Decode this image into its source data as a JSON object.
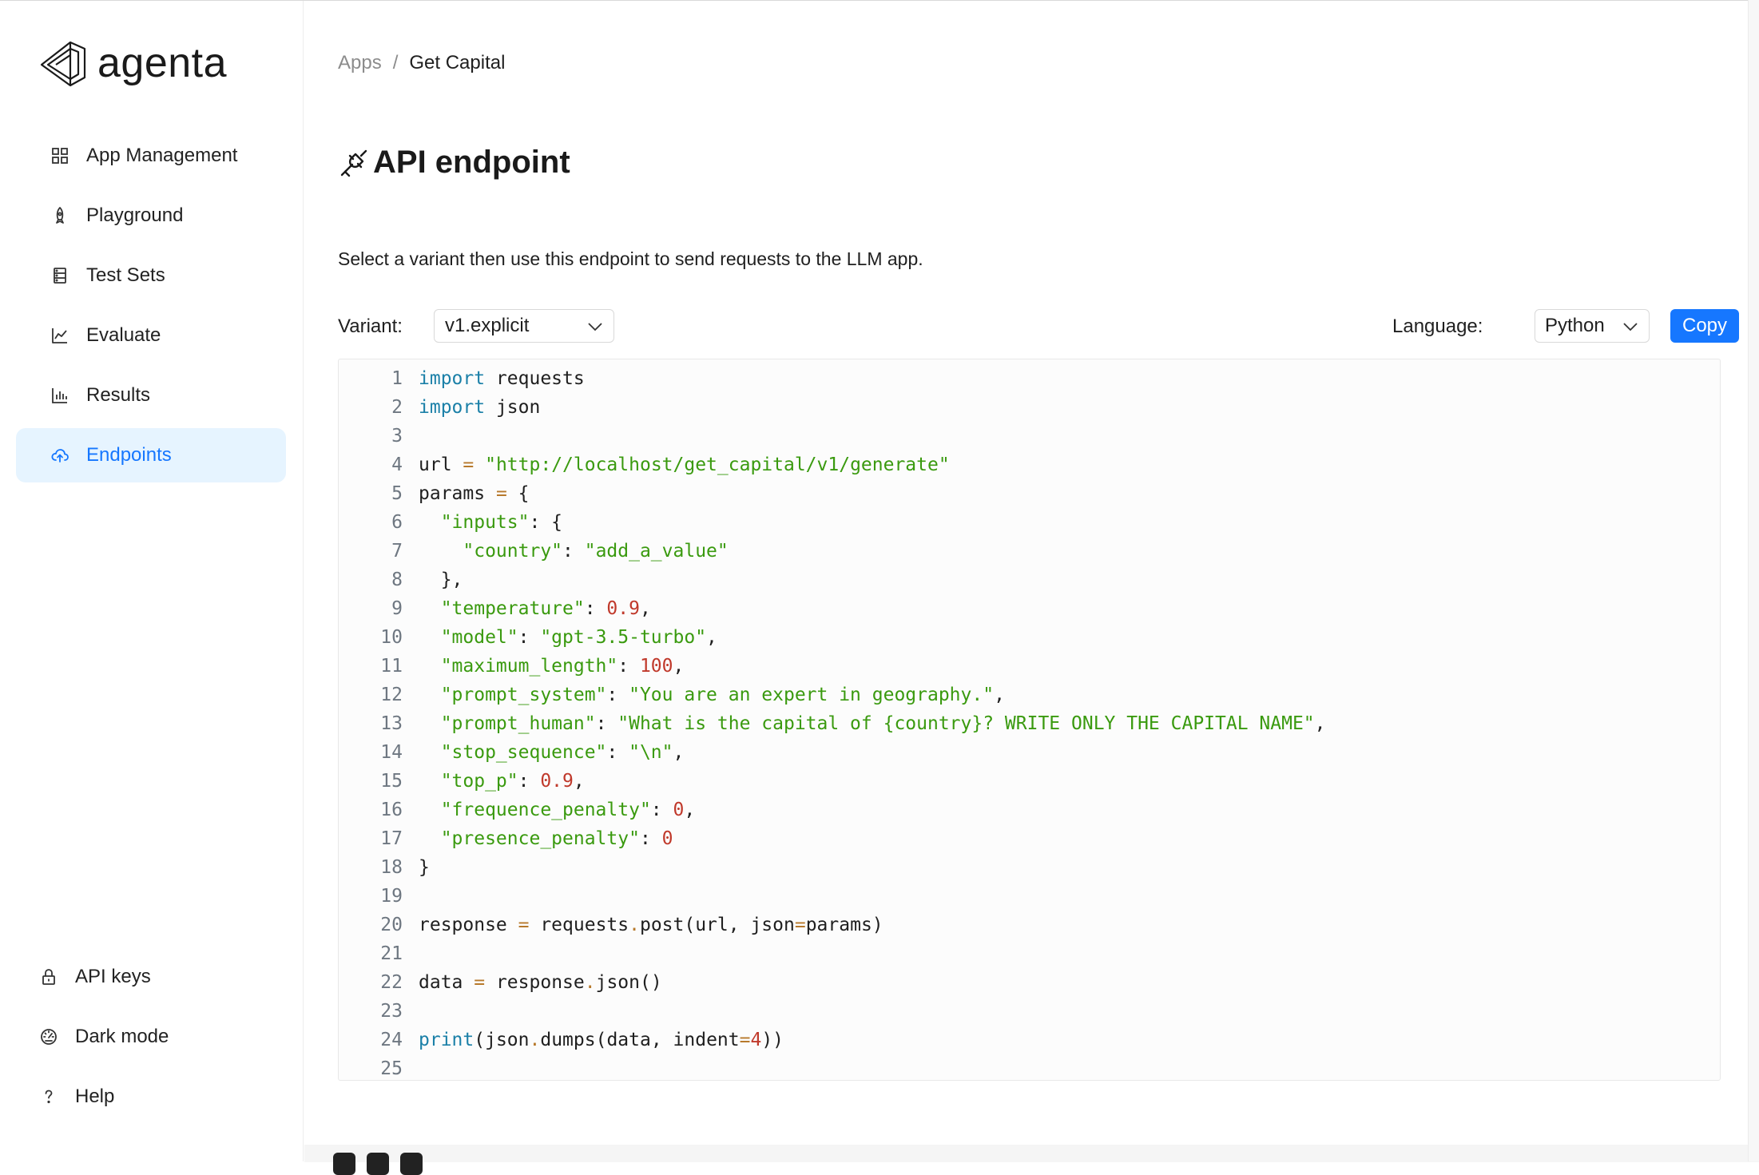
{
  "app": {
    "name": "agenta"
  },
  "sidebar": {
    "items": [
      {
        "label": "App Management",
        "icon": "grid-icon",
        "active": false
      },
      {
        "label": "Playground",
        "icon": "rocket-icon",
        "active": false
      },
      {
        "label": "Test Sets",
        "icon": "database-icon",
        "active": false
      },
      {
        "label": "Evaluate",
        "icon": "line-chart-icon",
        "active": false
      },
      {
        "label": "Results",
        "icon": "bar-chart-icon",
        "active": false
      },
      {
        "label": "Endpoints",
        "icon": "cloud-upload-icon",
        "active": true
      }
    ],
    "bottom_items": [
      {
        "label": "API keys",
        "icon": "lock-icon"
      },
      {
        "label": "Dark mode",
        "icon": "dashboard-icon"
      },
      {
        "label": "Help",
        "icon": "question-icon"
      }
    ]
  },
  "breadcrumb": {
    "parent": "Apps",
    "separator": "/",
    "current": "Get Capital"
  },
  "page": {
    "title": "API endpoint",
    "title_icon": "api-plug-icon",
    "description": "Select a variant then use this endpoint to send requests to the LLM app."
  },
  "controls": {
    "variant_label": "Variant:",
    "variant_value": "v1.explicit",
    "language_label": "Language:",
    "language_value": "Python",
    "copy_label": "Copy"
  },
  "code_lines": [
    [
      [
        "kw",
        "import"
      ],
      [
        "src",
        " requests"
      ]
    ],
    [
      [
        "kw",
        "import"
      ],
      [
        "src",
        " json"
      ]
    ],
    [],
    [
      [
        "src",
        "url "
      ],
      [
        "op",
        "="
      ],
      [
        "src",
        " "
      ],
      [
        "str",
        "\"http://localhost/get_capital/v1/generate\""
      ]
    ],
    [
      [
        "src",
        "params "
      ],
      [
        "op",
        "="
      ],
      [
        "src",
        " {"
      ]
    ],
    [
      [
        "str",
        "  \"inputs\""
      ],
      [
        "src",
        ": {"
      ]
    ],
    [
      [
        "str",
        "    \"country\""
      ],
      [
        "src",
        ": "
      ],
      [
        "str",
        "\"add_a_value\""
      ]
    ],
    [
      [
        "src",
        "  },"
      ]
    ],
    [
      [
        "str",
        "  \"temperature\""
      ],
      [
        "src",
        ": "
      ],
      [
        "num",
        "0.9"
      ],
      [
        "src",
        ","
      ]
    ],
    [
      [
        "str",
        "  \"model\""
      ],
      [
        "src",
        ": "
      ],
      [
        "str",
        "\"gpt-3.5-turbo\""
      ],
      [
        "src",
        ","
      ]
    ],
    [
      [
        "str",
        "  \"maximum_length\""
      ],
      [
        "src",
        ": "
      ],
      [
        "num",
        "100"
      ],
      [
        "src",
        ","
      ]
    ],
    [
      [
        "str",
        "  \"prompt_system\""
      ],
      [
        "src",
        ": "
      ],
      [
        "str",
        "\"You are an expert in geography.\""
      ],
      [
        "src",
        ","
      ]
    ],
    [
      [
        "str",
        "  \"prompt_human\""
      ],
      [
        "src",
        ": "
      ],
      [
        "str",
        "\"What is the capital of {country}? WRITE ONLY THE CAPITAL NAME\""
      ],
      [
        "src",
        ","
      ]
    ],
    [
      [
        "str",
        "  \"stop_sequence\""
      ],
      [
        "src",
        ": "
      ],
      [
        "str",
        "\"\\n\""
      ],
      [
        "src",
        ","
      ]
    ],
    [
      [
        "str",
        "  \"top_p\""
      ],
      [
        "src",
        ": "
      ],
      [
        "num",
        "0.9"
      ],
      [
        "src",
        ","
      ]
    ],
    [
      [
        "str",
        "  \"frequence_penalty\""
      ],
      [
        "src",
        ": "
      ],
      [
        "num",
        "0"
      ],
      [
        "src",
        ","
      ]
    ],
    [
      [
        "str",
        "  \"presence_penalty\""
      ],
      [
        "src",
        ": "
      ],
      [
        "num",
        "0"
      ]
    ],
    [
      [
        "src",
        "}"
      ]
    ],
    [],
    [
      [
        "src",
        "response "
      ],
      [
        "op",
        "="
      ],
      [
        "src",
        " requests"
      ],
      [
        "op",
        "."
      ],
      [
        "src",
        "post(url, json"
      ],
      [
        "op",
        "="
      ],
      [
        "src",
        "params)"
      ]
    ],
    [],
    [
      [
        "src",
        "data "
      ],
      [
        "op",
        "="
      ],
      [
        "src",
        " response"
      ],
      [
        "op",
        "."
      ],
      [
        "src",
        "json()"
      ]
    ],
    [],
    [
      [
        "kw",
        "print"
      ],
      [
        "src",
        "(json"
      ],
      [
        "op",
        "."
      ],
      [
        "src",
        "dumps(data, indent"
      ],
      [
        "op",
        "="
      ],
      [
        "num",
        "4"
      ],
      [
        "src",
        "))"
      ]
    ],
    []
  ]
}
